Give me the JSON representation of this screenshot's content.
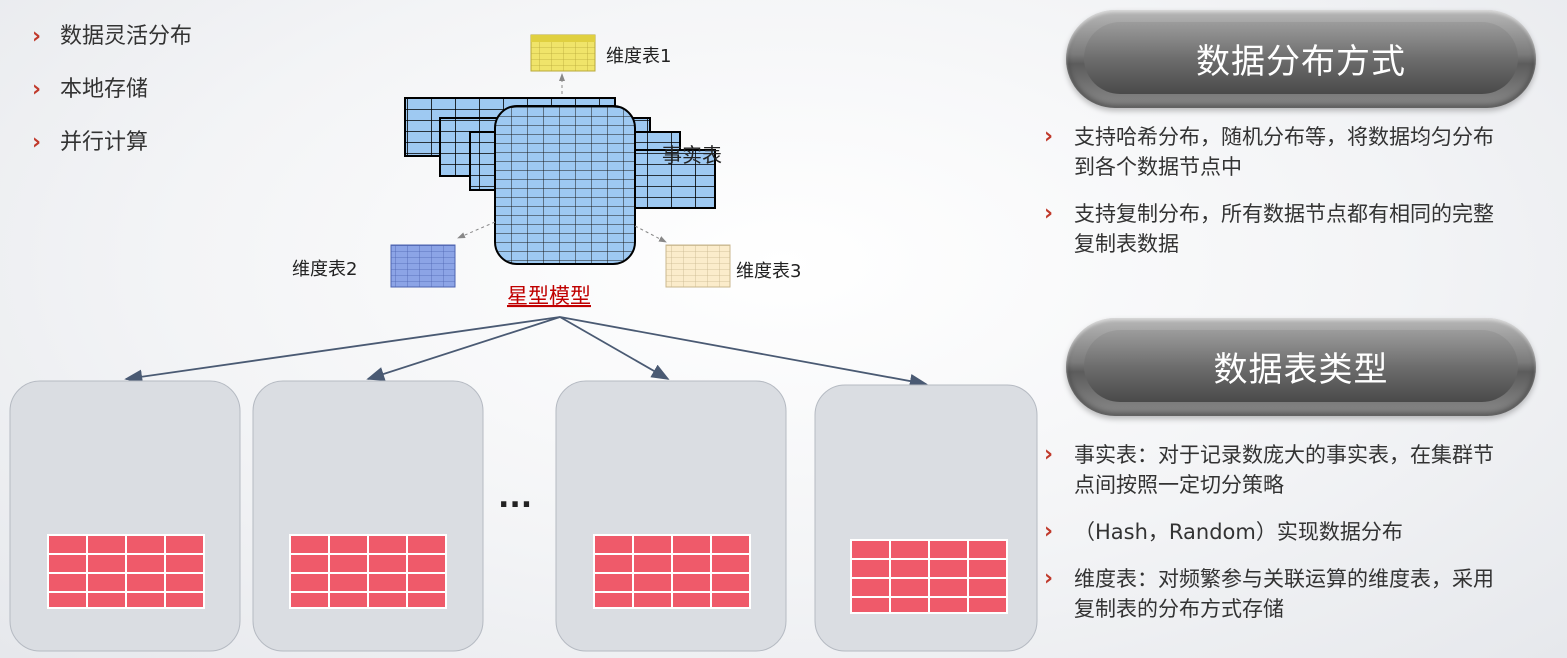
{
  "left_bullets": [
    "数据灵活分布",
    "本地存储",
    "并行计算"
  ],
  "diagram": {
    "dim_table_1": "维度表1",
    "dim_table_2": "维度表2",
    "dim_table_3": "维度表3",
    "fact_table": "事实表",
    "star_model": "星型模型",
    "ellipsis": "..."
  },
  "section1": {
    "title": "数据分布方式",
    "items": [
      "支持哈希分布，随机分布等，将数据均匀分布到各个数据节点中",
      "支持复制分布，所有数据节点都有相同的完整复制表数据"
    ]
  },
  "section2": {
    "title": "数据表类型",
    "items": [
      "事实表：对于记录数庞大的事实表，在集群节点间按照一定切分策略",
      "（Hash，Random）实现数据分布",
      "维度表：对频繁参与关联运算的维度表，采用复制表的分布方式存储"
    ]
  },
  "colors": {
    "bullet": "#c0392b",
    "fact_table_fill": "#9ec9f2",
    "node_block": "#ef5a6a",
    "node_box": "#dadde2",
    "star_label": "#c00000"
  }
}
